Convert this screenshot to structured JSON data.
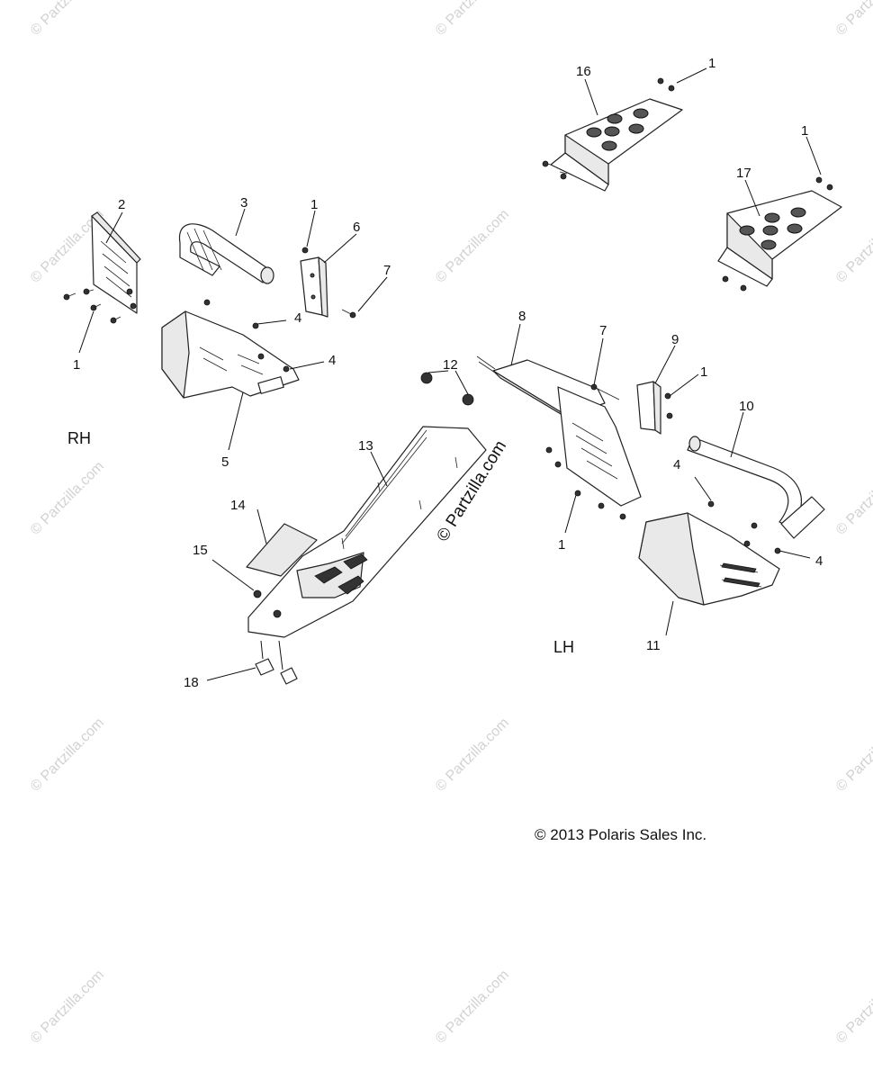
{
  "watermark": "© Partzilla.com",
  "center_watermark": "© Partzilla.com",
  "copyright": "© 2013 Polaris Sales Inc.",
  "side_labels": {
    "rh": "RH",
    "lh": "LH"
  },
  "callouts": [
    {
      "id": "c1a",
      "text": "1"
    },
    {
      "id": "c1b",
      "text": "1"
    },
    {
      "id": "c1c",
      "text": "1"
    },
    {
      "id": "c1d",
      "text": "1"
    },
    {
      "id": "c1e",
      "text": "1"
    },
    {
      "id": "c1f",
      "text": "1"
    },
    {
      "id": "c2",
      "text": "2"
    },
    {
      "id": "c3",
      "text": "3"
    },
    {
      "id": "c4a",
      "text": "4"
    },
    {
      "id": "c4b",
      "text": "4"
    },
    {
      "id": "c4c",
      "text": "4"
    },
    {
      "id": "c4d",
      "text": "4"
    },
    {
      "id": "c5",
      "text": "5"
    },
    {
      "id": "c6",
      "text": "6"
    },
    {
      "id": "c7a",
      "text": "7"
    },
    {
      "id": "c7b",
      "text": "7"
    },
    {
      "id": "c8",
      "text": "8"
    },
    {
      "id": "c9",
      "text": "9"
    },
    {
      "id": "c10",
      "text": "10"
    },
    {
      "id": "c11",
      "text": "11"
    },
    {
      "id": "c12",
      "text": "12"
    },
    {
      "id": "c13",
      "text": "13"
    },
    {
      "id": "c14",
      "text": "14"
    },
    {
      "id": "c15",
      "text": "15"
    },
    {
      "id": "c16",
      "text": "16"
    },
    {
      "id": "c17",
      "text": "17"
    },
    {
      "id": "c18",
      "text": "18"
    }
  ]
}
